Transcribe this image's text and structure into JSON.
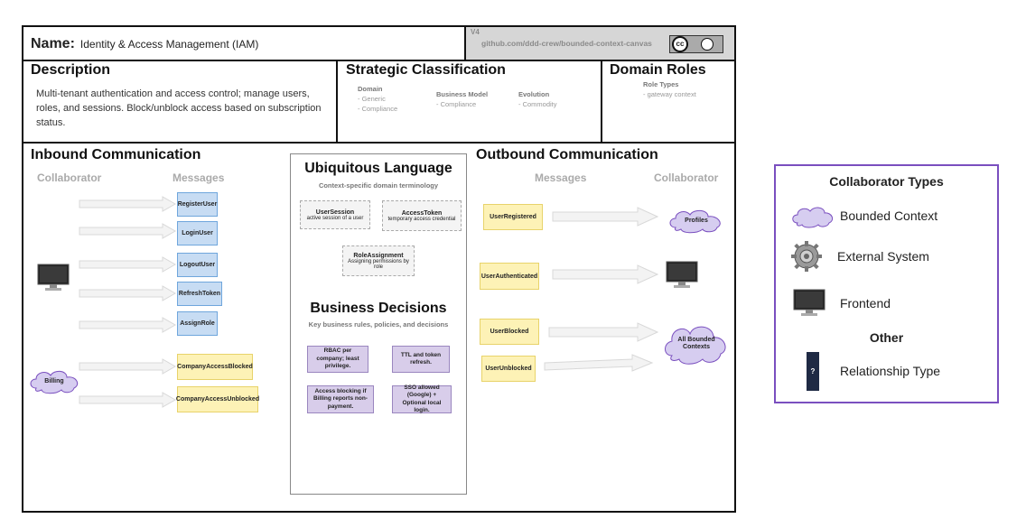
{
  "header": {
    "name_label": "Name:",
    "name_value": "Identity & Access Management (IAM)",
    "version": "V4",
    "repo": "github.com/ddd-crew/bounded-context-canvas"
  },
  "description": {
    "title": "Description",
    "text": "Multi-tenant authentication and access control; manage users, roles, and sessions. Block/unblock access based on subscription status."
  },
  "strategic": {
    "title": "Strategic Classification",
    "domain": {
      "label": "Domain",
      "items": [
        "- Generic",
        "- Compliance"
      ]
    },
    "business_model": {
      "label": "Business Model",
      "items": [
        "- Compliance"
      ]
    },
    "evolution": {
      "label": "Evolution",
      "items": [
        "- Commodity"
      ]
    }
  },
  "domain_roles": {
    "title": "Domain Roles",
    "role_types_label": "Role Types",
    "role_types": [
      "- gateway context"
    ]
  },
  "inbound": {
    "title": "Inbound Communication",
    "collaborator_label": "Collaborator",
    "messages_label": "Messages",
    "messages": [
      "RegisterUser",
      "LoginUser",
      "LogoutUser",
      "RefreshToken",
      "AssignRole",
      "CompanyAccessBlocked",
      "CompanyAccessUnblocked"
    ],
    "collaborators": [
      "Billing"
    ]
  },
  "ubiquitous": {
    "title": "Ubiquitous Language",
    "subtitle": "Context-specific domain terminology",
    "terms": [
      {
        "name": "UserSession",
        "desc": "active session of a user"
      },
      {
        "name": "AccessToken",
        "desc": "temporary access credential"
      },
      {
        "name": "RoleAssignment",
        "desc": "Assigning permissions by role"
      }
    ]
  },
  "business_decisions": {
    "title": "Business Decisions",
    "subtitle": "Key business rules, policies, and decisions",
    "items": [
      "RBAC per company; least privilege.",
      "TTL and token refresh.",
      "Access blocking if Billing reports non-payment.",
      "SSO allowed (Google) + Optional local login."
    ]
  },
  "outbound": {
    "title": "Outbound Communication",
    "messages_label": "Messages",
    "collaborator_label": "Collaborator",
    "messages": [
      "UserRegistered",
      "UserAuthenticated",
      "UserBlocked",
      "UserUnblocked"
    ],
    "collaborators": [
      "Profiles",
      "All Bounded Contexts"
    ]
  },
  "legend": {
    "title": "Collaborator Types",
    "items": [
      {
        "label": "Bounded Context",
        "icon": "cloud-icon"
      },
      {
        "label": "External System",
        "icon": "gear-icon"
      },
      {
        "label": "Frontend",
        "icon": "monitor-icon"
      }
    ],
    "other_title": "Other",
    "other_items": [
      {
        "label": "Relationship Type",
        "icon": "relationship-type-icon",
        "symbol": "?"
      }
    ]
  },
  "colors": {
    "border": "#111111",
    "message_blue": "#c7dcf3",
    "message_yellow": "#fdf2b6",
    "decision_purple": "#d8cdea",
    "cloud_fill": "#d6cdf0",
    "legend_border": "#7a4fbf",
    "arrow_fill": "#f3f3f3"
  }
}
